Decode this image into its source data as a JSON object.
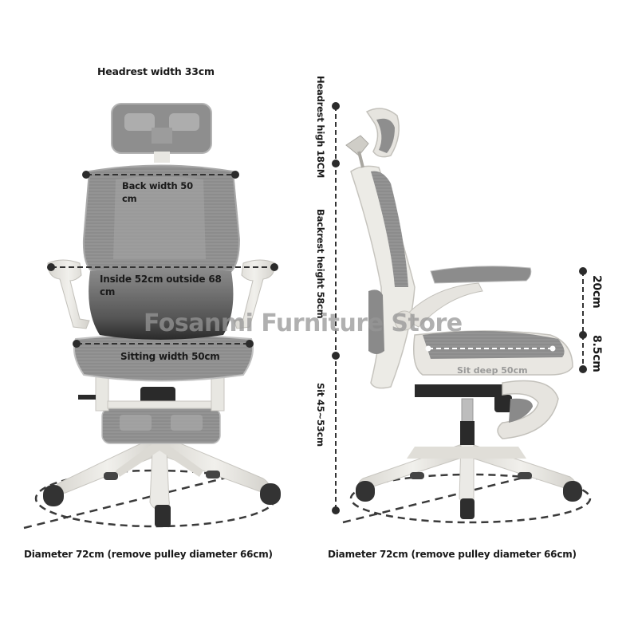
{
  "watermark": "Fosanmi Furniture Store",
  "front_view": {
    "headrest_width": "Headrest width 33cm",
    "back_width_line1": "Back width 50",
    "back_width_line2": "cm",
    "armrest_width_line1": "Inside 52cm outside 68",
    "armrest_width_line2": "cm",
    "seat_width": "Sitting width 50cm",
    "base_diameter": "Diameter 72cm (remove pulley diameter 66cm)"
  },
  "side_view": {
    "headrest_height": "Headrest high 18CM",
    "backrest_height": "Backrest height 58cm",
    "seat_height": "Sit 45~53cm",
    "armrest_height": "20cm",
    "armrest_adjust": "8.5cm",
    "seat_depth": "Sit deep 50cm",
    "base_diameter": "Diameter 72cm (remove pulley diameter 66cm)"
  },
  "colors": {
    "background": "#ffffff",
    "text": "#1a1a1a",
    "dimension_line": "#3a3a3a",
    "frame": "#e6e4df",
    "mesh": "#8a8a8a",
    "caster": "#333333",
    "watermark": "#969696"
  }
}
